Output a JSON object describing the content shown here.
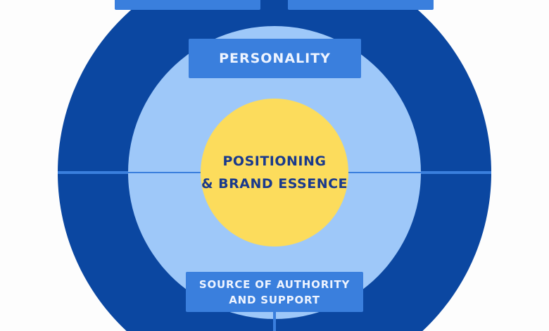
{
  "diagram": {
    "center": {
      "line1": "POSITIONING",
      "line2": "& BRAND ESSENCE"
    },
    "personality_label": "PERSONALITY",
    "source_label_line1": "SOURCE OF AUTHORITY",
    "source_label_line2": "AND SUPPORT",
    "colors": {
      "outer": "#0b47a1",
      "middle": "#9ec8f9",
      "core": "#fcdc5c",
      "label_box": "#3a7fdd",
      "core_text": "#1a3a8c"
    }
  }
}
